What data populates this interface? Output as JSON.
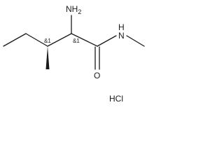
{
  "molecule": {
    "atoms": {
      "amine": {
        "symbol": "NH",
        "subscript": "2"
      },
      "amide_nitrogen": {
        "symbol": "N",
        "hydrogen": "H"
      },
      "carbonyl_oxygen": {
        "symbol": "O"
      }
    },
    "stereocenters": {
      "c3": "&1",
      "c2": "&1"
    },
    "salt": "HCl"
  }
}
